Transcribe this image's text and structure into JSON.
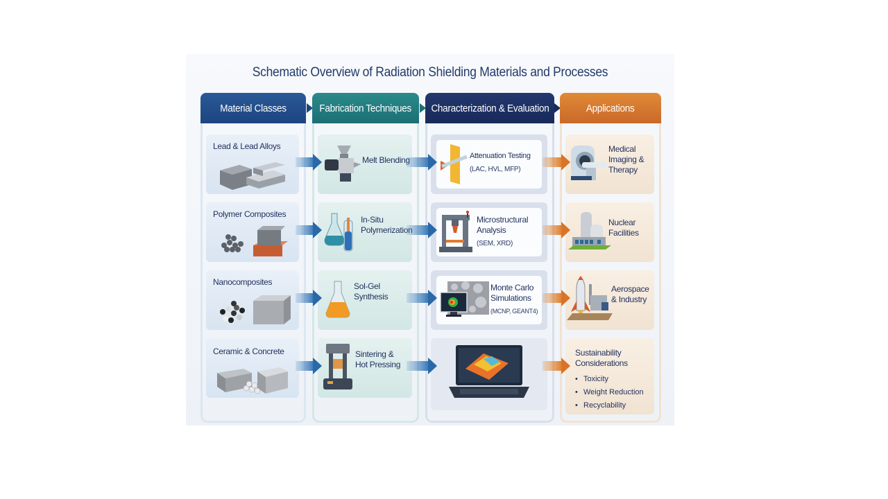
{
  "title": "Schematic Overview of Radiation Shielding Materials and Processes",
  "columns": [
    {
      "header": "Material Classes",
      "color": "#1c4480",
      "items": [
        {
          "label": "Lead & Lead Alloys",
          "icon": "lead-ingots-icon"
        },
        {
          "label": "Polymer Composites",
          "icon": "polymer-pellets-icon"
        },
        {
          "label": "Nanocomposites",
          "icon": "nanoparticle-block-icon"
        },
        {
          "label": "Ceramic & Concrete",
          "icon": "concrete-block-icon"
        }
      ]
    },
    {
      "header": "Fabrication Techniques",
      "color": "#1c6f74",
      "items": [
        {
          "label": "Melt Blending",
          "icon": "extruder-icon"
        },
        {
          "label_lines": [
            "In-Situ",
            "Polymerization"
          ],
          "icon": "flasks-icon"
        },
        {
          "label_lines": [
            "Sol-Gel",
            "Synthesis"
          ],
          "icon": "erlenmeyer-flask-icon"
        },
        {
          "label_lines": [
            "Sintering &",
            "Hot Pressing"
          ],
          "icon": "hot-press-icon"
        }
      ]
    },
    {
      "header": "Characterization & Evaluation",
      "color": "#18295a",
      "items": [
        {
          "label": "Attenuation Testing",
          "sub": "(LAC, HVL, MFP)",
          "icon": "radiation-beam-icon"
        },
        {
          "label_lines": [
            "Microstructural",
            "Analysis"
          ],
          "sub": "(SEM, XRD)",
          "icon": "microscope-icon"
        },
        {
          "label_lines": [
            "Monte Carlo",
            "Simulations"
          ],
          "sub": "(MCNP, GEANT4)",
          "icon": "simulation-monitor-icon"
        },
        {
          "icon": "laptop-3d-plot-icon"
        }
      ]
    },
    {
      "header": "Applications",
      "color": "#c9692a",
      "items": [
        {
          "label_lines": [
            "Medical",
            "Imaging &",
            "Therapy"
          ],
          "icon": "ct-scanner-icon"
        },
        {
          "label_lines": [
            "Nuclear",
            "Facilities"
          ],
          "icon": "nuclear-plant-icon"
        },
        {
          "label_lines": [
            "Aerospace",
            "& Industry"
          ],
          "icon": "rocket-factory-icon"
        },
        {
          "label_lines": [
            "Sustainability",
            "Considerations"
          ],
          "bullets": [
            "Toxicity",
            "Weight Reduction",
            "Recyclability"
          ]
        }
      ]
    }
  ]
}
